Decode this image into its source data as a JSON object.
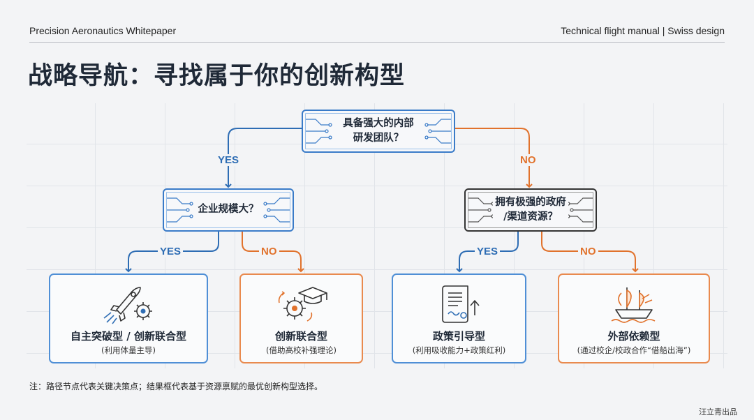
{
  "header": {
    "left": "Precision Aeronautics Whitepaper",
    "right": "Technical flight manual | Swiss design"
  },
  "title": "战略导航：寻找属于你的创新构型",
  "nodes": {
    "root": "具备强大的内部\n研发团队？",
    "left": "企业规模大？",
    "right": "拥有极强的政府\n/渠道资源？"
  },
  "edge_labels": {
    "yes": "YES",
    "no": "NO"
  },
  "results": [
    {
      "name": "自主突破型 / 创新联合型",
      "sub": "(利用体量主导)",
      "icon": "rocket-gear-icon",
      "color": "#4f8fd6"
    },
    {
      "name": "创新联合型",
      "sub": "(借助高校补强理论)",
      "icon": "gear-graduation-cap-icon",
      "color": "#e98a4e"
    },
    {
      "name": "政策引导型",
      "sub": "(利用吸收能力+政策红利)",
      "icon": "policy-document-icon",
      "color": "#4f8fd6"
    },
    {
      "name": "外部依赖型",
      "sub": "(通过校企/校政合作“借船出海”)",
      "icon": "sailing-ship-icon",
      "color": "#e98a4e"
    }
  ],
  "colors": {
    "yes": "#2e6db4",
    "no": "#e1722c",
    "dark": "#333333"
  },
  "note": "注：路径节点代表关键决策点；结果框代表基于资源禀赋的最优创新构型选择。",
  "credit": "汪立青出品"
}
